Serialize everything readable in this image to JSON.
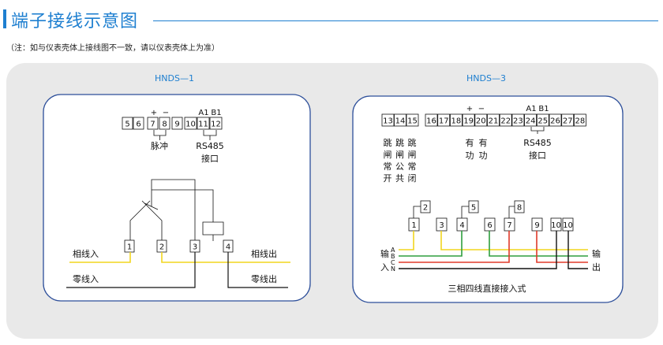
{
  "header": {
    "title": "端子接线示意图",
    "note": "（注：如与仪表壳体上接线图不一致，请以仪表壳体上为准）"
  },
  "colors": {
    "accent": "#1e7fd0",
    "yellow": "#f2d51f",
    "green": "#2f9e3e",
    "red": "#e03a2a",
    "black": "#111111"
  },
  "hnds1": {
    "title": "HNDS—1",
    "terminals": [
      "5",
      "6",
      "7",
      "8",
      "9",
      "10",
      "11",
      "12"
    ],
    "plus": "+",
    "minus": "−",
    "a1": "A1",
    "b1": "B1",
    "pulse_label": "脉冲",
    "rs485_label": "RS485",
    "port_label": "接口",
    "wire_terminals": [
      "1",
      "2",
      "3",
      "4"
    ],
    "phase_in": "相线入",
    "phase_out": "相线出",
    "neutral_in": "零线入",
    "neutral_out": "零线出"
  },
  "hnds3": {
    "title": "HNDS—3",
    "terminals_a": [
      "13",
      "14",
      "15"
    ],
    "terminals_b": [
      "16",
      "17",
      "18",
      "19",
      "20",
      "21",
      "22",
      "23",
      "24",
      "25",
      "26",
      "27",
      "28"
    ],
    "plus": "+",
    "minus": "−",
    "a1": "A1",
    "b1": "B1",
    "trip_col1": [
      "跳",
      "闸",
      "常",
      "开"
    ],
    "trip_col2": [
      "跳",
      "闸",
      "公",
      "共"
    ],
    "trip_col3": [
      "跳",
      "闸",
      "常",
      "闭"
    ],
    "active_label_1": "有",
    "active_label_2": "功",
    "rs485_label": "RS485",
    "port_label": "接口",
    "upper_terminals": [
      "2",
      "5",
      "8"
    ],
    "lower_terminals": [
      "1",
      "3",
      "4",
      "6",
      "7",
      "9",
      "10",
      "10"
    ],
    "in_label_1": "输",
    "in_label_2": "入",
    "out_label_1": "输",
    "out_label_2": "出",
    "bus_letters": [
      "A",
      "B",
      "C",
      "N"
    ],
    "caption": "三相四线直接接入式"
  }
}
